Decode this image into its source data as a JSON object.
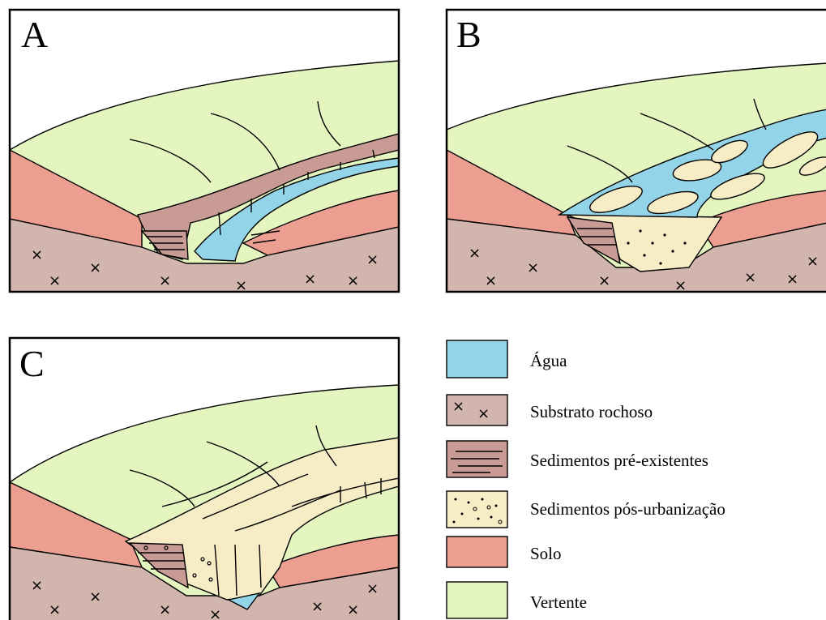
{
  "panels": [
    {
      "label": "A"
    },
    {
      "label": "B"
    },
    {
      "label": "C"
    }
  ],
  "legend": [
    {
      "label": "Água",
      "color": "#93d4e8",
      "pattern": "water"
    },
    {
      "label": "Substrato rochoso",
      "color": "#d2b6ad",
      "pattern": "rock"
    },
    {
      "label": "Sedimentos pré-existentes",
      "color": "#c89c94",
      "pattern": "lines"
    },
    {
      "label": "Sedimentos pós-urbanização",
      "color": "#f6ecc6",
      "pattern": "dots"
    },
    {
      "label": "Solo",
      "color": "#ec9e90",
      "pattern": "soil"
    },
    {
      "label": "Vertente",
      "color": "#e4f5c0",
      "pattern": "slope"
    }
  ]
}
